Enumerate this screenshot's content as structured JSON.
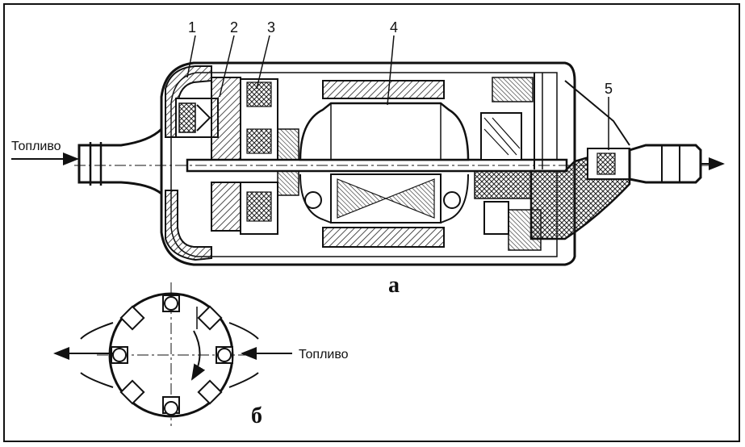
{
  "labels": {
    "part_1": "1",
    "part_2": "2",
    "part_3": "3",
    "part_4": "4",
    "part_5": "5",
    "fuel_in_top": "Топливо",
    "fuel_in_bottom": "Топливо",
    "view_a": "а",
    "view_b": "б"
  },
  "colors": {
    "ink": "#111111",
    "background": "#ffffff",
    "hatch": "#333333"
  }
}
